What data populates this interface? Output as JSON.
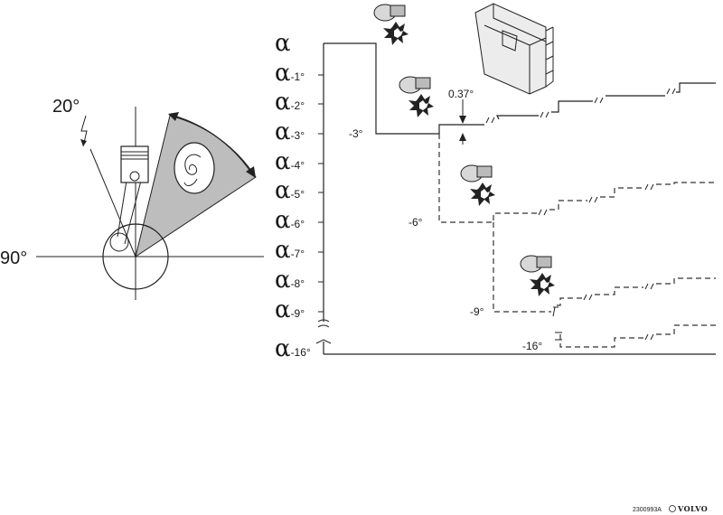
{
  "angle_top": "20°",
  "angle_left": "90°",
  "axis": {
    "symbol": "α",
    "rows": [
      {
        "id": "a0",
        "sub": ""
      },
      {
        "id": "a1",
        "sub": "-1°"
      },
      {
        "id": "a2",
        "sub": "-2°"
      },
      {
        "id": "a3",
        "sub": "-3°"
      },
      {
        "id": "a4",
        "sub": "-4°"
      },
      {
        "id": "a5",
        "sub": "-5°"
      },
      {
        "id": "a6",
        "sub": "-6°"
      },
      {
        "id": "a7",
        "sub": "-7°"
      },
      {
        "id": "a8",
        "sub": "-8°"
      },
      {
        "id": "a9",
        "sub": "-9°"
      },
      {
        "id": "a16",
        "sub": "-16°"
      }
    ]
  },
  "retard_labels": {
    "r3": "-3°",
    "r6": "-6°",
    "r9": "-9°",
    "r16": "-16°"
  },
  "step_label": "0.37°",
  "footer": {
    "code": "2300993A",
    "brand": "VOLVO"
  }
}
